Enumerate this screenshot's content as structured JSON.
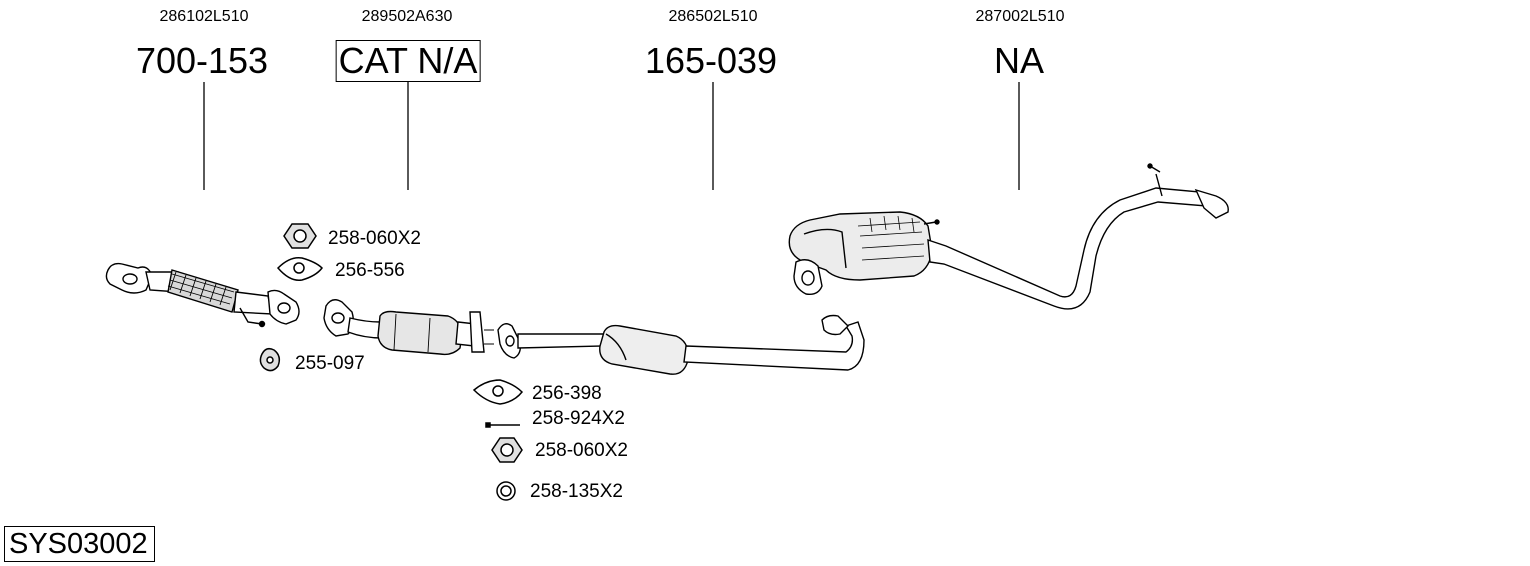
{
  "oe_numbers": [
    "286102L510",
    "289502A630",
    "286502L510",
    "287002L510"
  ],
  "part_numbers": [
    "700-153",
    "CAT N/A",
    "165-039",
    "NA"
  ],
  "accessories": [
    {
      "label": "258-060X2"
    },
    {
      "label": "256-556"
    },
    {
      "label": "255-097"
    },
    {
      "label": "256-398"
    },
    {
      "label": "258-924X2"
    },
    {
      "label": "258-060X2"
    },
    {
      "label": "258-135X2"
    }
  ],
  "system_code": "SYS03002"
}
